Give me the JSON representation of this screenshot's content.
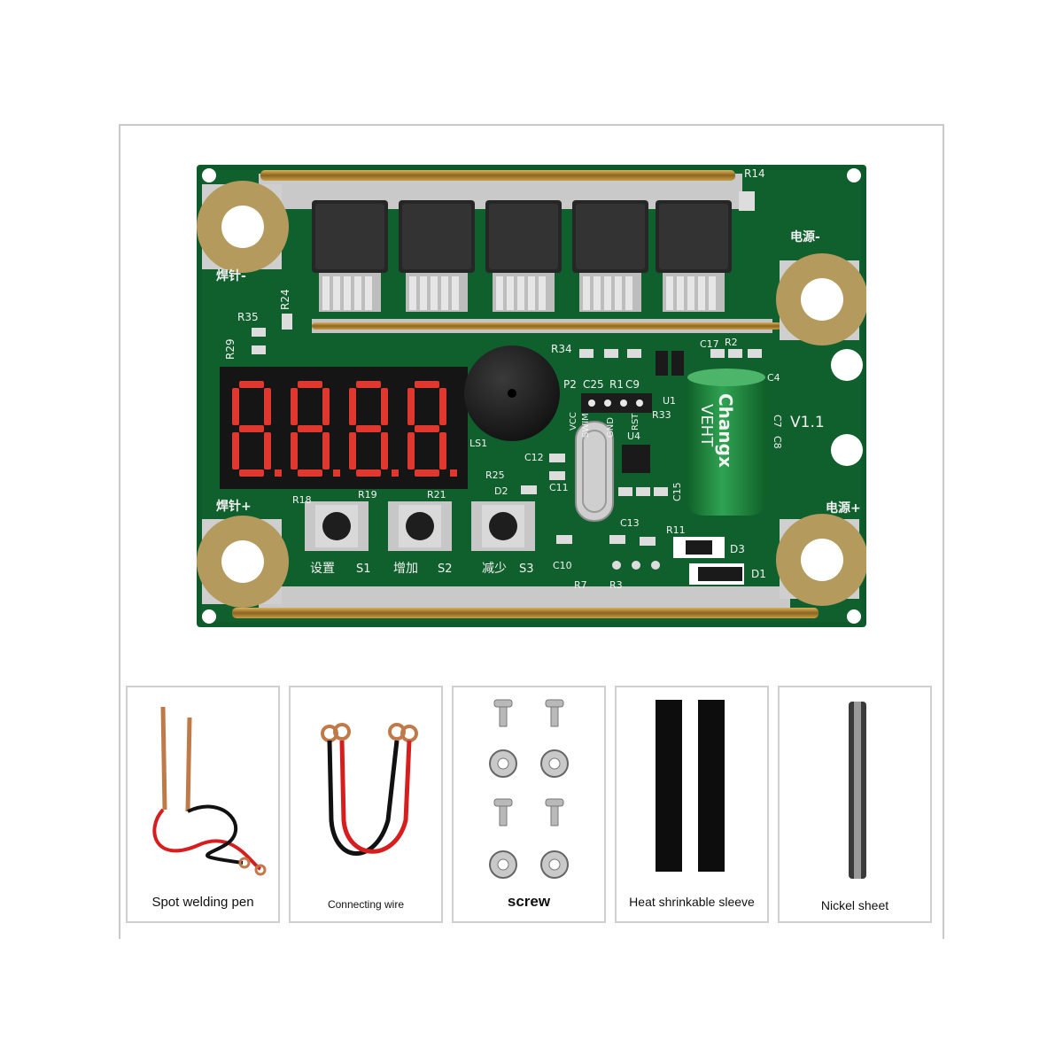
{
  "colors": {
    "pcb": "#0e5a2b",
    "pcb_dark": "#0a4420",
    "copper_pad": "#b59a5e",
    "display": "#151515",
    "segment": "#e0372f",
    "rail": "#a87f2c",
    "capacitor": "#1e8a3e"
  },
  "board": {
    "version": "V1.1",
    "silkscreen": {
      "weld_neg": "焊针-",
      "weld_pos": "焊针+",
      "power_neg": "电源-",
      "power_pos": "电源+",
      "btn_set": "设置",
      "btn_add": "增加",
      "btn_sub": "减少",
      "s1": "S1",
      "s2": "S2",
      "s3": "S3",
      "r14": "R14",
      "r35": "R35",
      "r24": "R24",
      "r29": "R29",
      "r34": "R34",
      "p2": "P2",
      "c25": "C25",
      "r1": "R1",
      "c9": "C9",
      "c17": "C17",
      "r2": "R2",
      "c4": "C4",
      "c7": "C7",
      "c8": "C8",
      "u1": "U1",
      "r33": "R33",
      "u4": "U4",
      "ls1": "LS1",
      "c12": "C12",
      "c11": "C11",
      "r25": "R25",
      "d2": "D2",
      "r18": "R18",
      "r19": "R19",
      "r21": "R21",
      "c10": "C10",
      "r7": "R7",
      "r3": "R3",
      "r11": "R11",
      "d3": "D3",
      "d1": "D1",
      "c13": "C13",
      "c15": "C15",
      "vcc": "VCC",
      "gnd": "GND",
      "swim": "SWIM",
      "rst": "RST"
    },
    "capacitor_brand": "Changx",
    "capacitor_series": "VEHT"
  },
  "accessories": [
    {
      "label": "Spot welding pen"
    },
    {
      "label": "Connecting wire"
    },
    {
      "label": "screw"
    },
    {
      "label": "Heat shrinkable sleeve"
    },
    {
      "label": "Nickel sheet"
    }
  ]
}
